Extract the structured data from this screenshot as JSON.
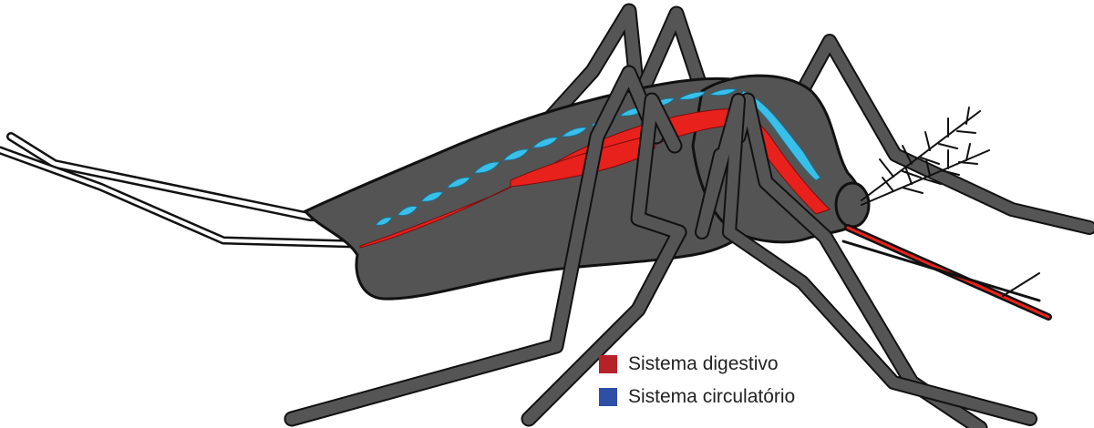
{
  "diagram": {
    "subject": "mosquito-anatomy",
    "colors": {
      "body": "#545454",
      "outline": "#111111",
      "leg": "#555555",
      "digestive": "#e8211c",
      "circulatory": "#38c0ea",
      "background": "#ffffff"
    }
  },
  "legend": {
    "items": [
      {
        "label": "Sistema digestivo",
        "color": "#b52329"
      },
      {
        "label": "Sistema circulatório",
        "color": "#2f4ea7"
      }
    ]
  }
}
